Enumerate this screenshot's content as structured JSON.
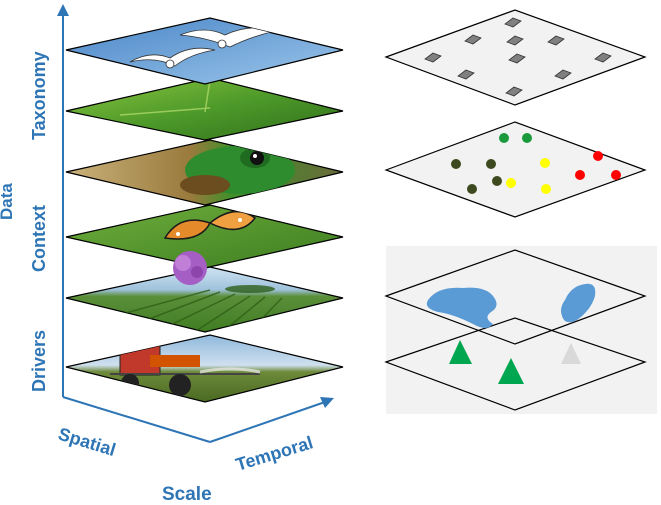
{
  "labels": {
    "data": "Data",
    "taxonomy": "Taxonomy",
    "context": "Context",
    "drivers": "Drivers",
    "spatial": "Spatial",
    "temporal": "Temporal",
    "scale": "Scale"
  },
  "colors": {
    "accent": "#2e75b6",
    "layer_outline": "#000000",
    "abstract_fill": "#f2f2f2",
    "grid_square": "#808080",
    "dot_dark_olive": "#3d4a1f",
    "dot_green": "#1a9a3c",
    "dot_yellow": "#ffff00",
    "dot_red": "#ff0000",
    "water_blob": "#5b9bd5",
    "triangle_green": "#00a650",
    "triangle_grey": "#d9d9d9"
  },
  "photo_layers": [
    {
      "name": "seagulls-photo-layer",
      "theme": "birds over blue sky"
    },
    {
      "name": "grass-photo-layer",
      "theme": "green grass blades"
    },
    {
      "name": "frog-photo-layer",
      "theme": "green frog"
    },
    {
      "name": "butterfly-photo-layer",
      "theme": "butterfly on thistle"
    },
    {
      "name": "cropfield-photo-layer",
      "theme": "rows of crops under sky"
    },
    {
      "name": "sprayer-photo-layer",
      "theme": "tractor sprayer in field"
    }
  ],
  "abstract_layers": [
    {
      "name": "grid-squares-layer",
      "marker": "grey squares"
    },
    {
      "name": "colored-dots-layer",
      "marker": "dots in four colors"
    },
    {
      "name": "water-bodies-layer",
      "marker": "blue blobs"
    },
    {
      "name": "triangles-layer",
      "marker": "green and grey triangles"
    }
  ]
}
